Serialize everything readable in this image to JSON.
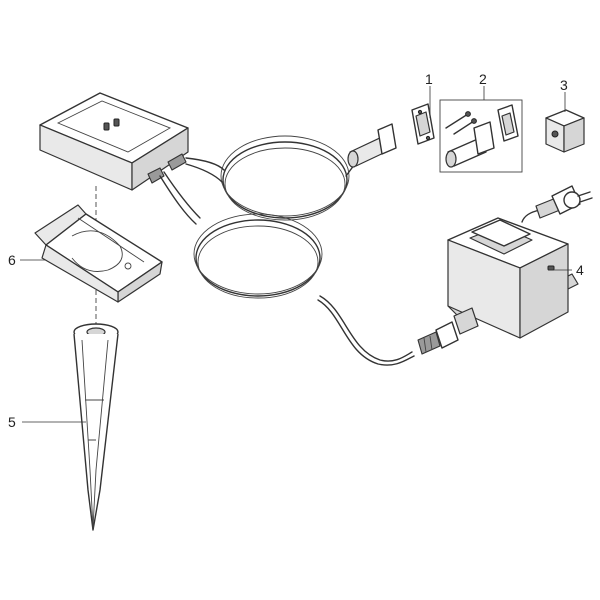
{
  "parts": [
    {
      "id": "1",
      "name": "connector-plate"
    },
    {
      "id": "2",
      "name": "wall-bracket-kit"
    },
    {
      "id": "3",
      "name": "terminal-cap"
    },
    {
      "id": "4",
      "name": "transformer"
    },
    {
      "id": "5",
      "name": "ground-spike"
    },
    {
      "id": "6",
      "name": "holder"
    }
  ],
  "colors": {
    "line": "#333333",
    "shade_light": "#e9e9e9",
    "shade_mid": "#d6d6d6",
    "shade_dark": "#9a9a9a",
    "background": "#ffffff"
  }
}
